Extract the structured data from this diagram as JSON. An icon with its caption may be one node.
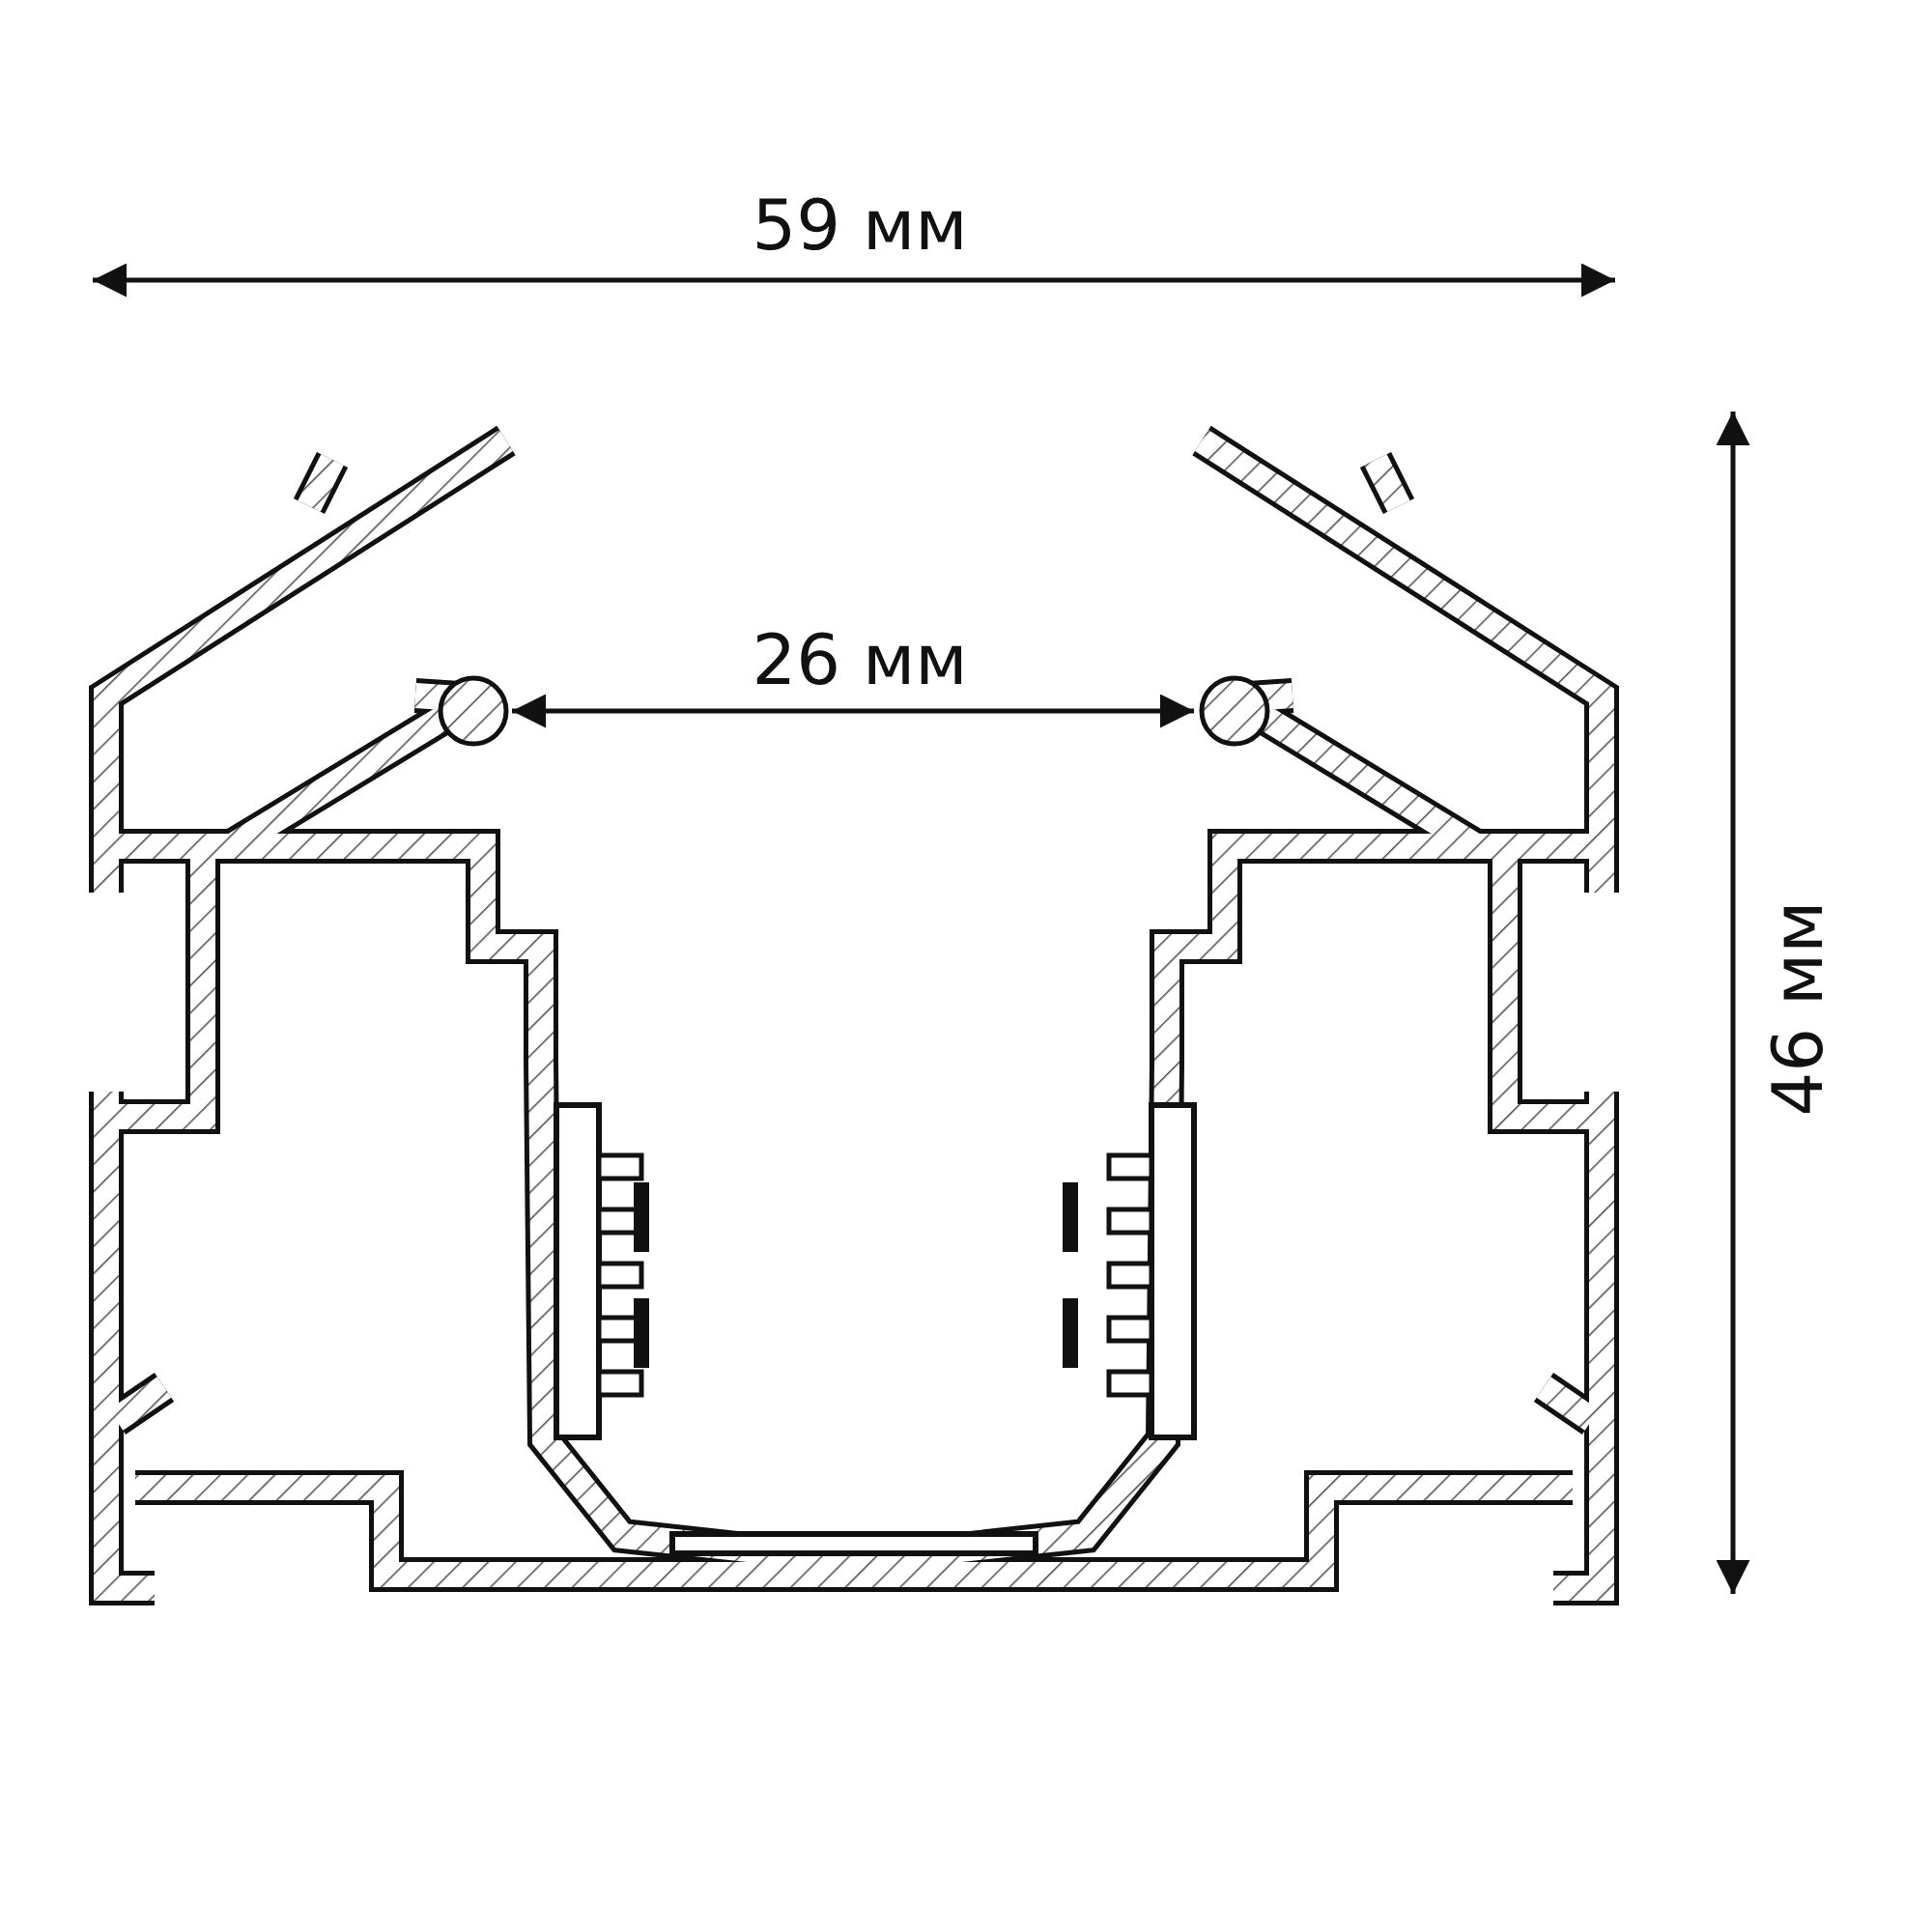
{
  "diagram": {
    "labels": [
      "59 мм",
      "26 мм",
      "46 мм"
    ]
  }
}
